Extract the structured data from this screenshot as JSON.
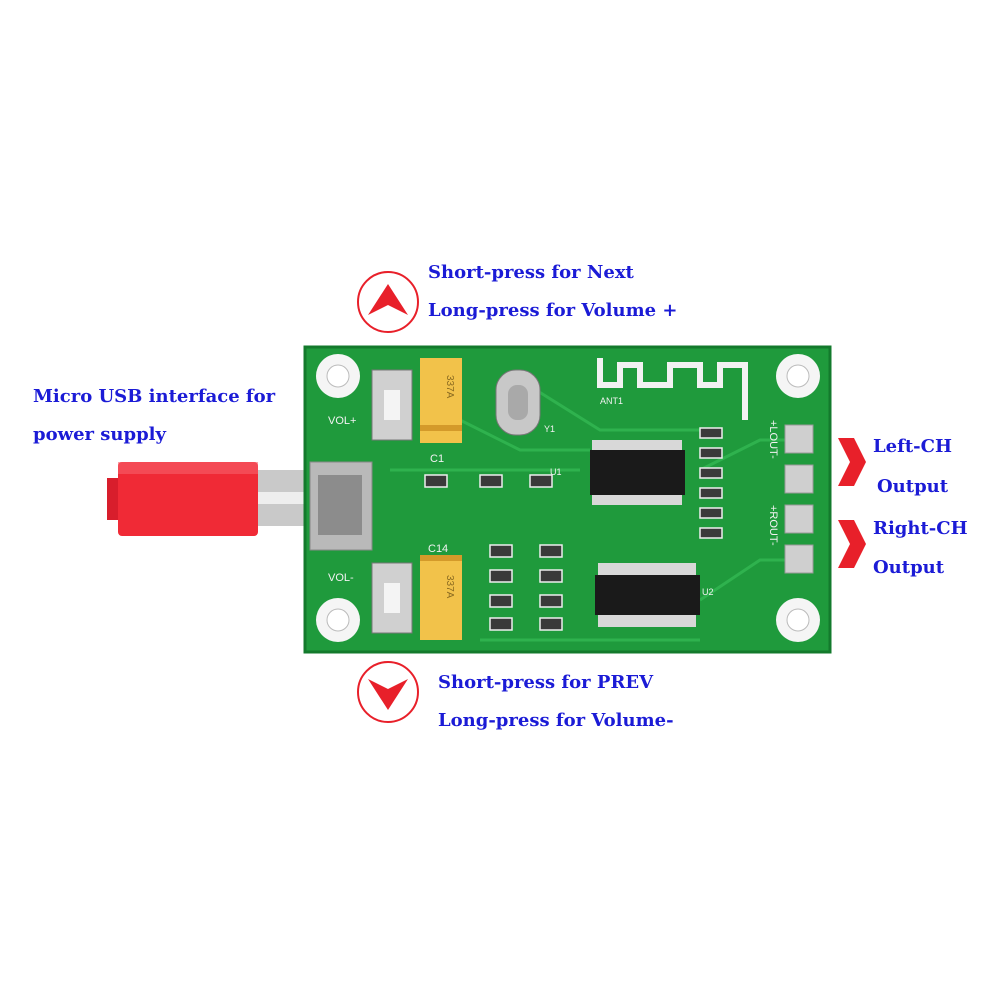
{
  "annotations": {
    "next_line1": "Short-press for Next",
    "next_line2": "Long-press for Volume +",
    "prev_line1": "Short-press for PREV",
    "prev_line2": "Long-press for Volume-",
    "usb_line1": "Micro USB interface for",
    "usb_line2": "power supply",
    "left_line1": "Left-CH",
    "left_line2": "Output",
    "right_line1": "Right-CH",
    "right_line2": "Output"
  },
  "board": {
    "vol_plus": "VOL+",
    "vol_minus": "VOL-",
    "c1": "C1",
    "c14": "C14",
    "ant": "ANT1",
    "y1": "Y1",
    "lout": "+LOUT-",
    "rout": "+ROUT-",
    "u1": "U1",
    "u2": "U2",
    "cap1_mark": "337A",
    "cap2_mark": "337A"
  },
  "colors": {
    "text": "#1b1bd6",
    "accent_red": "#e8202a",
    "pcb_green": "#1f9a3c",
    "plug_red": "#f02a36"
  },
  "icons": [
    "up-arrow-circle",
    "down-arrow-circle",
    "chevron-right",
    "chevron-right"
  ]
}
